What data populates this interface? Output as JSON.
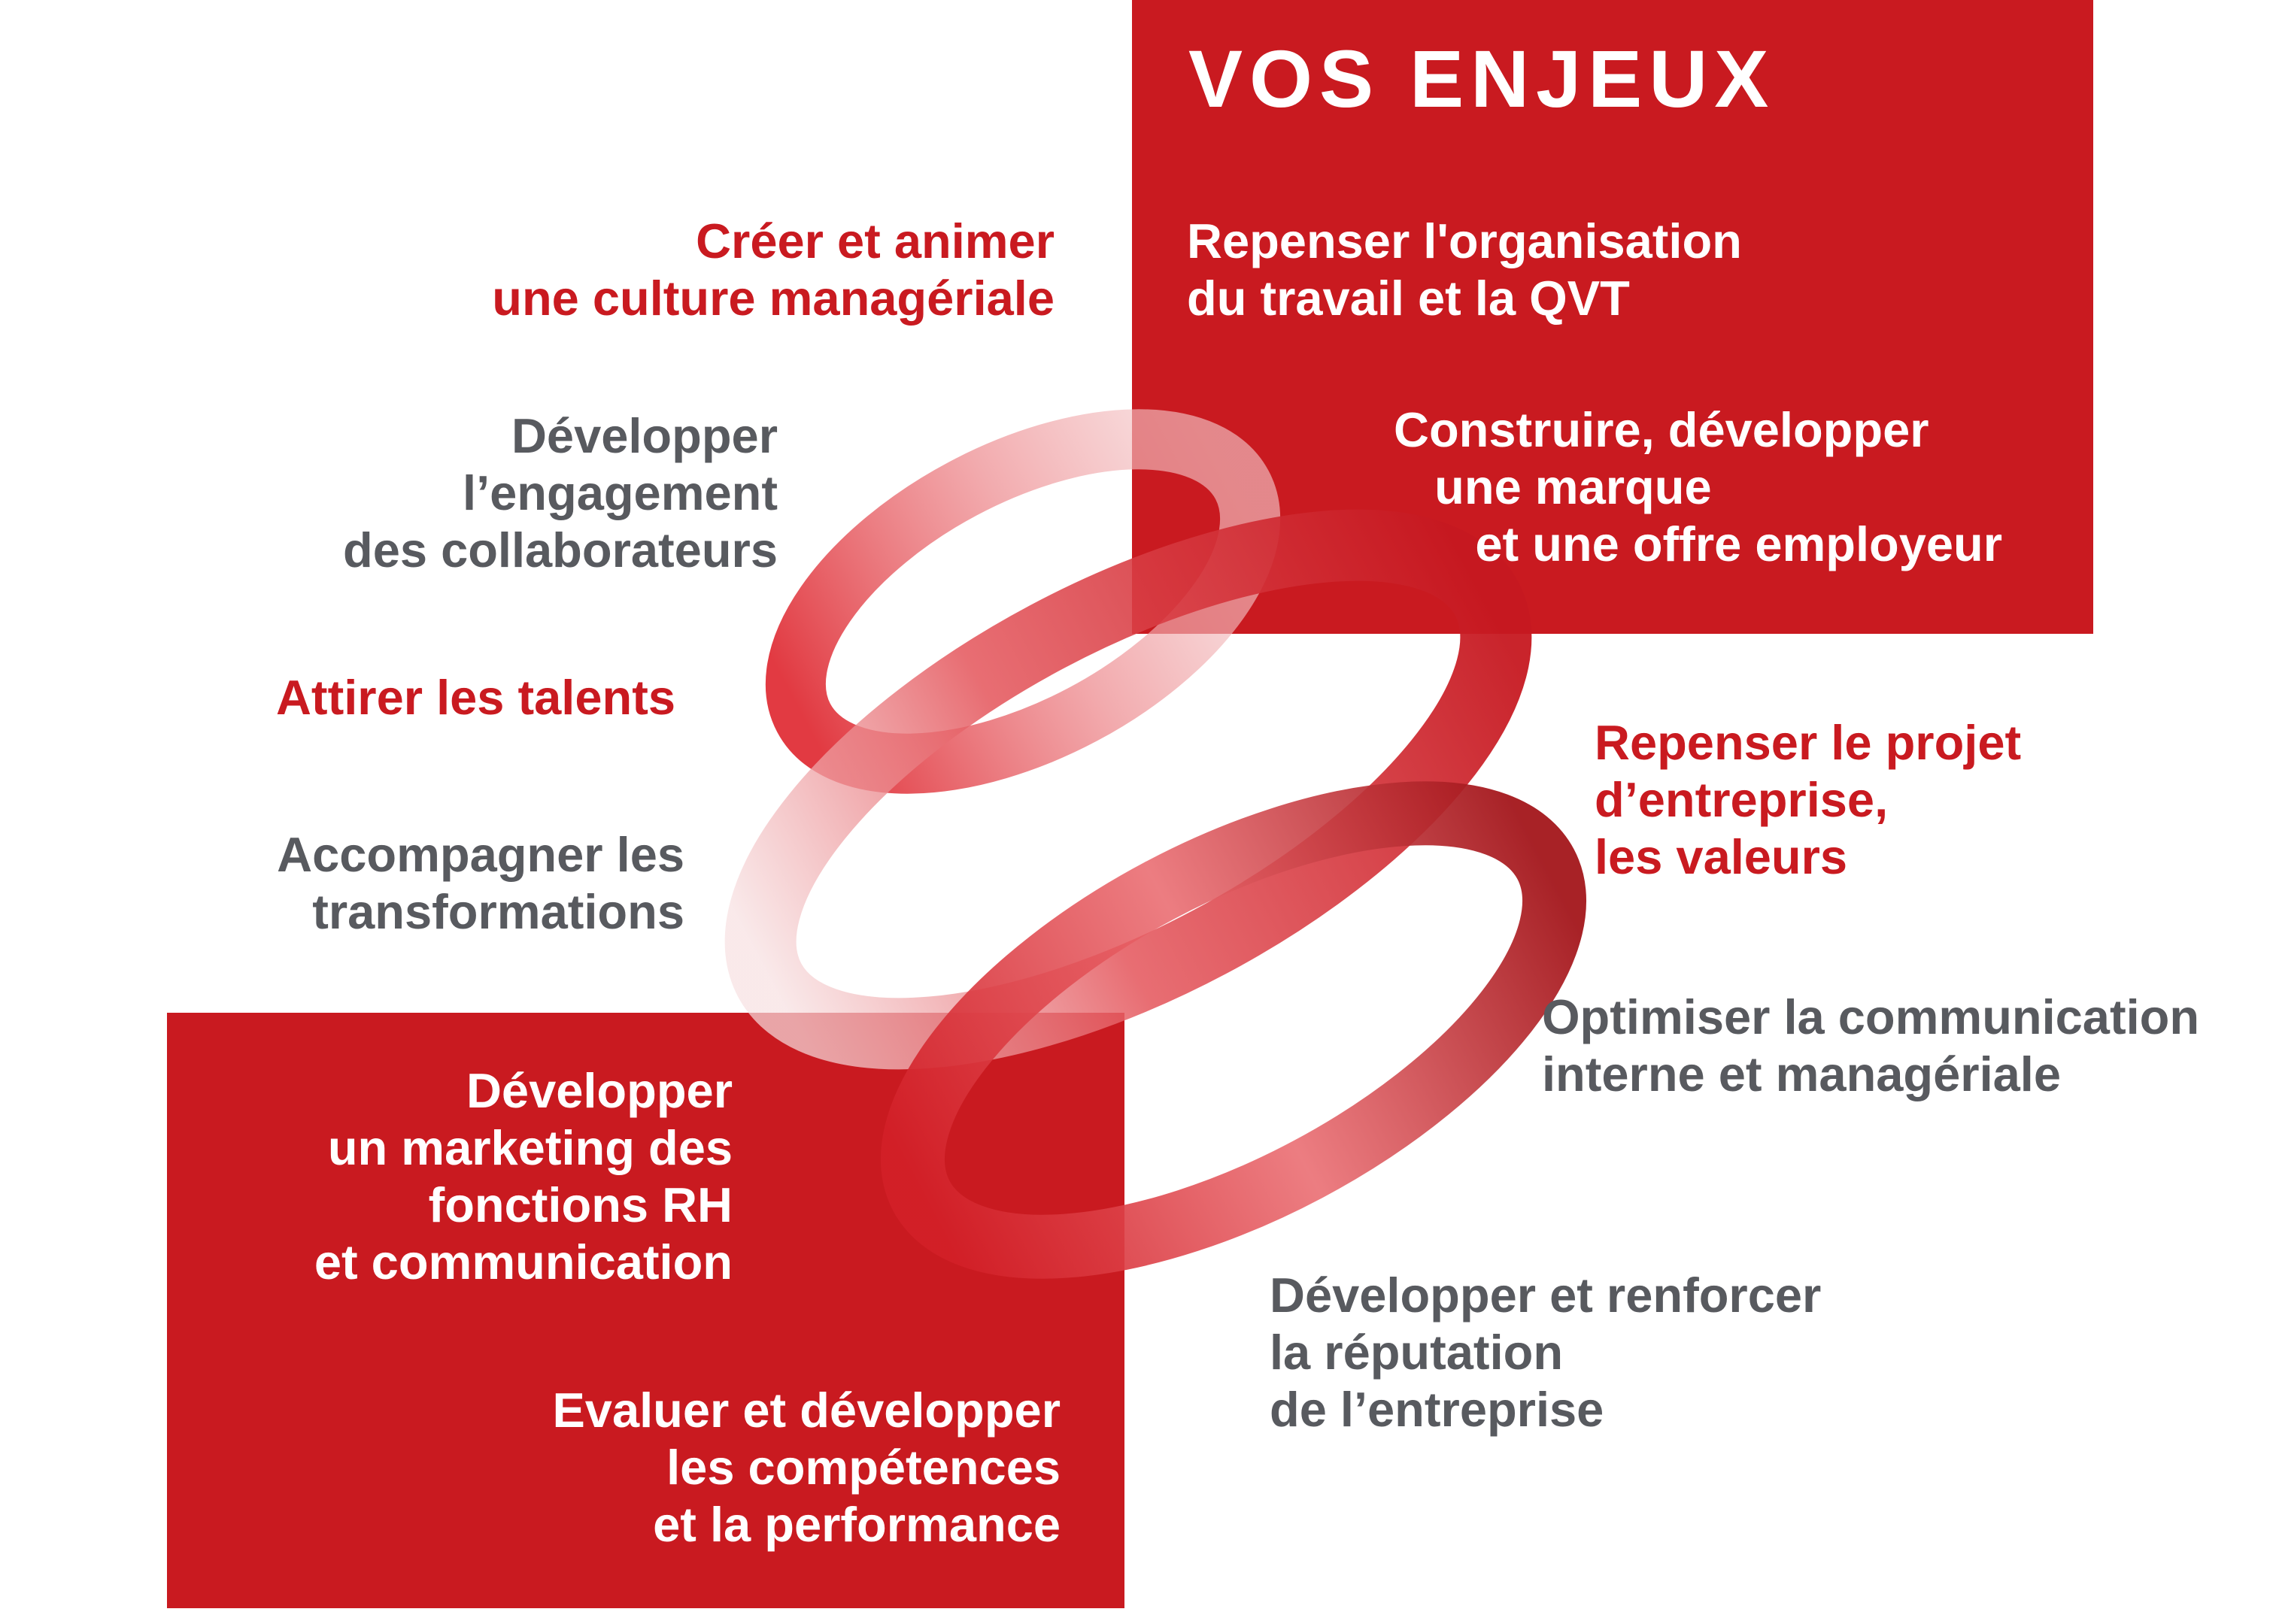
{
  "title": "VOS ENJEUX",
  "colors": {
    "brand_red": "#c91a20",
    "text_grey": "#585a5f",
    "on_red": "#ffffff"
  },
  "items": [
    {
      "text": "Créer et animer\nune culture managériale",
      "color": "red"
    },
    {
      "text": "Développer\nl’engagement\ndes collaborateurs",
      "color": "grey"
    },
    {
      "text": "Attirer les talents",
      "color": "red"
    },
    {
      "text": "Accompagner les\ntransformations",
      "color": "grey"
    },
    {
      "text": "Développer\nun marketing des\nfonctions RH\net communication",
      "color": "white"
    },
    {
      "text": "Evaluer et développer\nles compétences\net la performance",
      "color": "white"
    },
    {
      "text": "Repenser l'organisation\ndu travail et la QVT",
      "color": "white"
    },
    {
      "text": "Construire, développer\n   une marque\n      et une offre employeur",
      "color": "white"
    },
    {
      "text": "Repenser le projet\nd’entreprise,\nles valeurs",
      "color": "red"
    },
    {
      "text": "Optimiser la communication\ninterne et managériale",
      "color": "grey"
    },
    {
      "text": "Développer et renforcer\nla réputation\nde l’entreprise",
      "color": "grey"
    }
  ]
}
